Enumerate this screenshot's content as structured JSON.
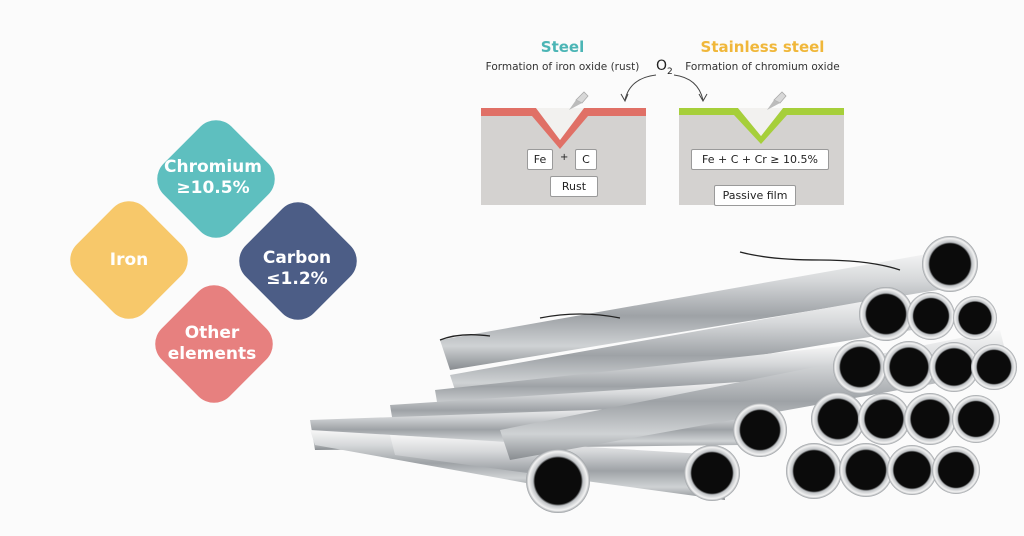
{
  "composition": {
    "chromium": {
      "name": "Chromium",
      "value": "≥10.5%",
      "color": "#5ebfbf"
    },
    "iron": {
      "name": "Iron",
      "color": "#f7c86a"
    },
    "carbon": {
      "name": "Carbon",
      "value": "≤1.2%",
      "color": "#4c5d86"
    },
    "other": {
      "name": "Other elements",
      "color": "#e7807f"
    }
  },
  "steel": {
    "title": "Steel",
    "caption": "Formation of iron oxide (rust)",
    "fe": "Fe",
    "plus": "+",
    "c": "C",
    "result": "Rust",
    "title_color": "#4bb5b5",
    "layer_color": "#e07066"
  },
  "oxygen": {
    "symbol": "O",
    "subscript": "2"
  },
  "stainless": {
    "title": "Stainless steel",
    "caption": "Formation of chromium oxide",
    "formula": "Fe + C + Cr ≥ 10.5%",
    "result": "Passive film",
    "title_color": "#f0b73a",
    "layer_color": "#a6cf3a"
  }
}
